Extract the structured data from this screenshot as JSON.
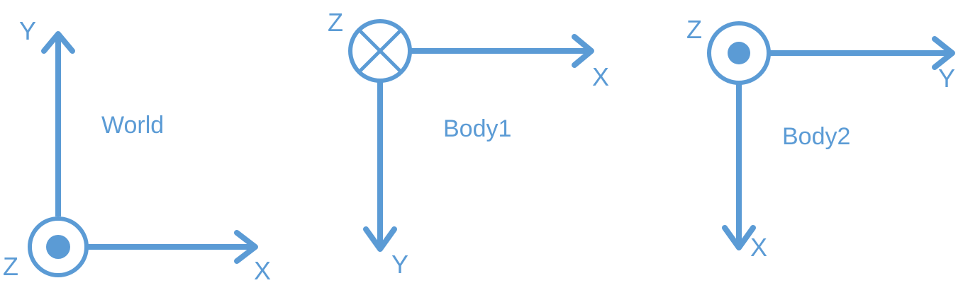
{
  "colors": {
    "stroke": "#5b9bd5",
    "background": "#ffffff"
  },
  "frames": {
    "world": {
      "name": "World",
      "z_symbol": "dot-out-of-page-icon",
      "labels": {
        "up": "Y",
        "right": "X",
        "origin": "Z"
      }
    },
    "body1": {
      "name": "Body1",
      "z_symbol": "cross-into-page-icon",
      "labels": {
        "origin": "Z",
        "right": "X",
        "down": "Y"
      }
    },
    "body2": {
      "name": "Body2",
      "z_symbol": "dot-out-of-page-icon",
      "labels": {
        "origin": "Z",
        "right": "Y",
        "down": "X"
      }
    }
  }
}
